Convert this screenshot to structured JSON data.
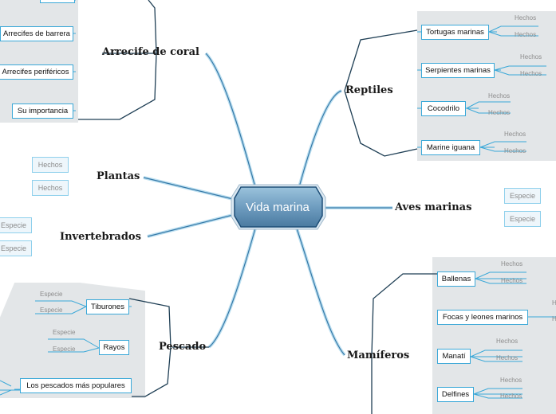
{
  "central": "Vida marina",
  "topics": {
    "arrecife": "Arrecife de coral",
    "reptiles": "Reptiles",
    "plantas": "Plantas",
    "aves": "Aves marinas",
    "invertebrados": "Invertebrados",
    "pescado": "Pescado",
    "mamiferos": "Mamíferos"
  },
  "arrecife_items": [
    "Arrecifes de barrera",
    "Arrecifes periféricos",
    "Su importancia"
  ],
  "reptiles_items": [
    "Tortugas marinas",
    "Serpientes marinas",
    "Cocodrilo",
    "Marine iguana"
  ],
  "pescado_items": [
    "Tiburones",
    "Rayos",
    "Los pescados más populares"
  ],
  "mamiferos_items": [
    "Ballenas",
    "Focas y leones marinos",
    "Manatí",
    "Delfines"
  ],
  "labels": {
    "hechos": "Hechos",
    "especie": "Especie"
  }
}
